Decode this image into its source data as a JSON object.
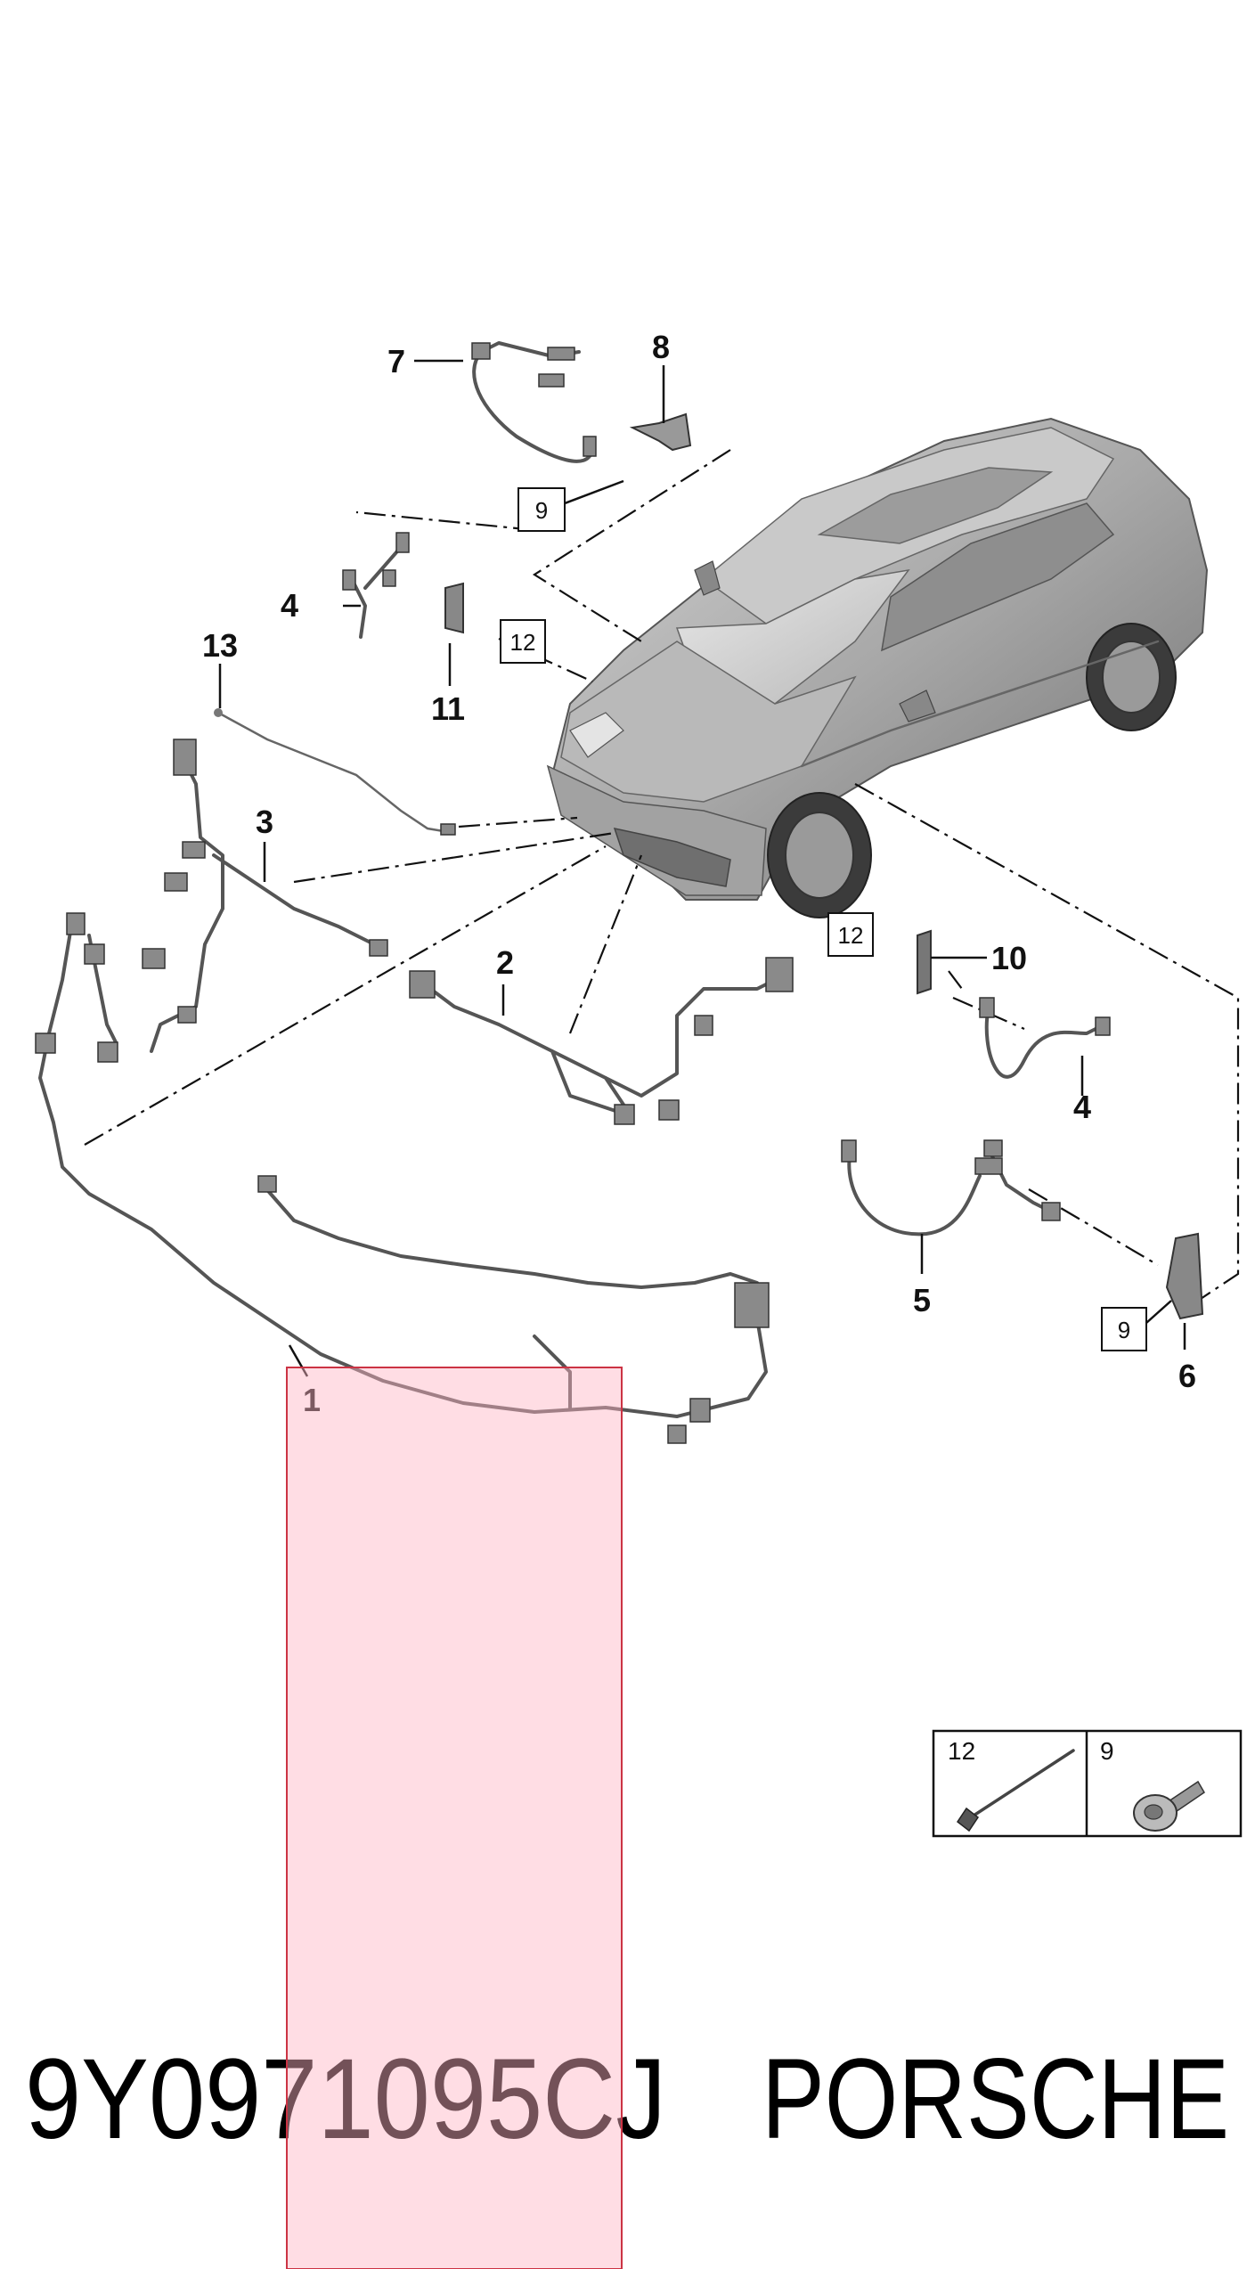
{
  "callouts": {
    "c1": "1",
    "c2": "2",
    "c3": "3",
    "c4a": "4",
    "c4b": "4",
    "c5": "5",
    "c6": "6",
    "c7": "7",
    "c8": "8",
    "c10": "10",
    "c11": "11",
    "c13": "13"
  },
  "boxed": {
    "b9a": "9",
    "b12a": "12",
    "b12b": "12",
    "b9b": "9"
  },
  "legend": {
    "left_label": "12",
    "right_label": "9"
  },
  "footer": {
    "part_number": "9Y0971095CJ",
    "brand": "PORSCHE"
  },
  "colors": {
    "highlight_fill": "#ffb3c3",
    "highlight_stroke": "#cc3344"
  }
}
